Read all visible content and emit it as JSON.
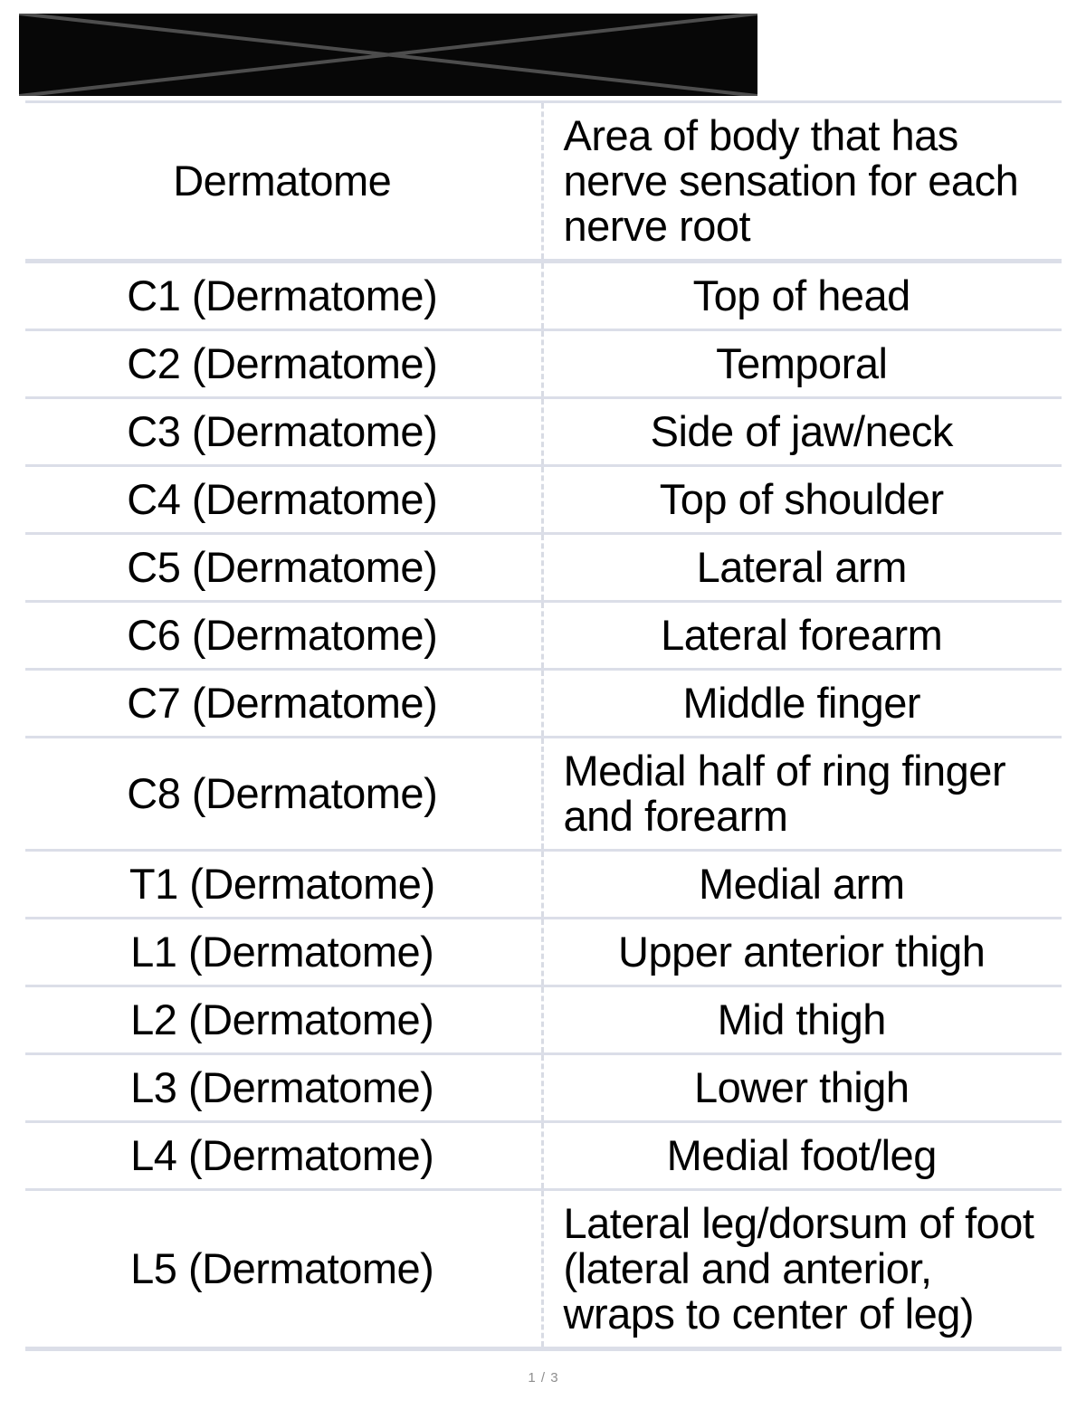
{
  "broken_image": {
    "icon": "broken-image-x",
    "background": "#070707",
    "x_stroke": "#4d4d4d"
  },
  "table": {
    "columns": [
      {
        "label": "Dermatome"
      },
      {
        "label": "Area of body that has nerve sensation for each nerve root"
      }
    ],
    "rows": [
      {
        "dermatome": "C1 (Dermatome)",
        "area": "Top of head"
      },
      {
        "dermatome": "C2 (Dermatome)",
        "area": "Temporal"
      },
      {
        "dermatome": "C3 (Dermatome)",
        "area": "Side of jaw/neck"
      },
      {
        "dermatome": "C4 (Dermatome)",
        "area": "Top of shoulder"
      },
      {
        "dermatome": "C5 (Dermatome)",
        "area": "Lateral arm"
      },
      {
        "dermatome": "C6 (Dermatome)",
        "area": "Lateral forearm"
      },
      {
        "dermatome": "C7 (Dermatome)",
        "area": "Middle finger"
      },
      {
        "dermatome": "C8 (Dermatome)",
        "area": "Medial half of ring finger and forearm"
      },
      {
        "dermatome": "T1 (Dermatome)",
        "area": "Medial arm"
      },
      {
        "dermatome": "L1 (Dermatome)",
        "area": "Upper anterior thigh"
      },
      {
        "dermatome": "L2 (Dermatome)",
        "area": "Mid thigh"
      },
      {
        "dermatome": "L3 (Dermatome)",
        "area": "Lower thigh"
      },
      {
        "dermatome": "L4 (Dermatome)",
        "area": "Medial foot/leg"
      },
      {
        "dermatome": "L5 (Dermatome)",
        "area": "Lateral leg/dorsum of foot (lateral and anterior, wraps to center of leg)"
      }
    ]
  },
  "footer": {
    "page_indicator": "1 / 3"
  },
  "colors": {
    "row_border": "#dbdee8",
    "column_divider": "#d8dbe4",
    "text": "#000000",
    "footer_text": "#8e8e8e"
  }
}
